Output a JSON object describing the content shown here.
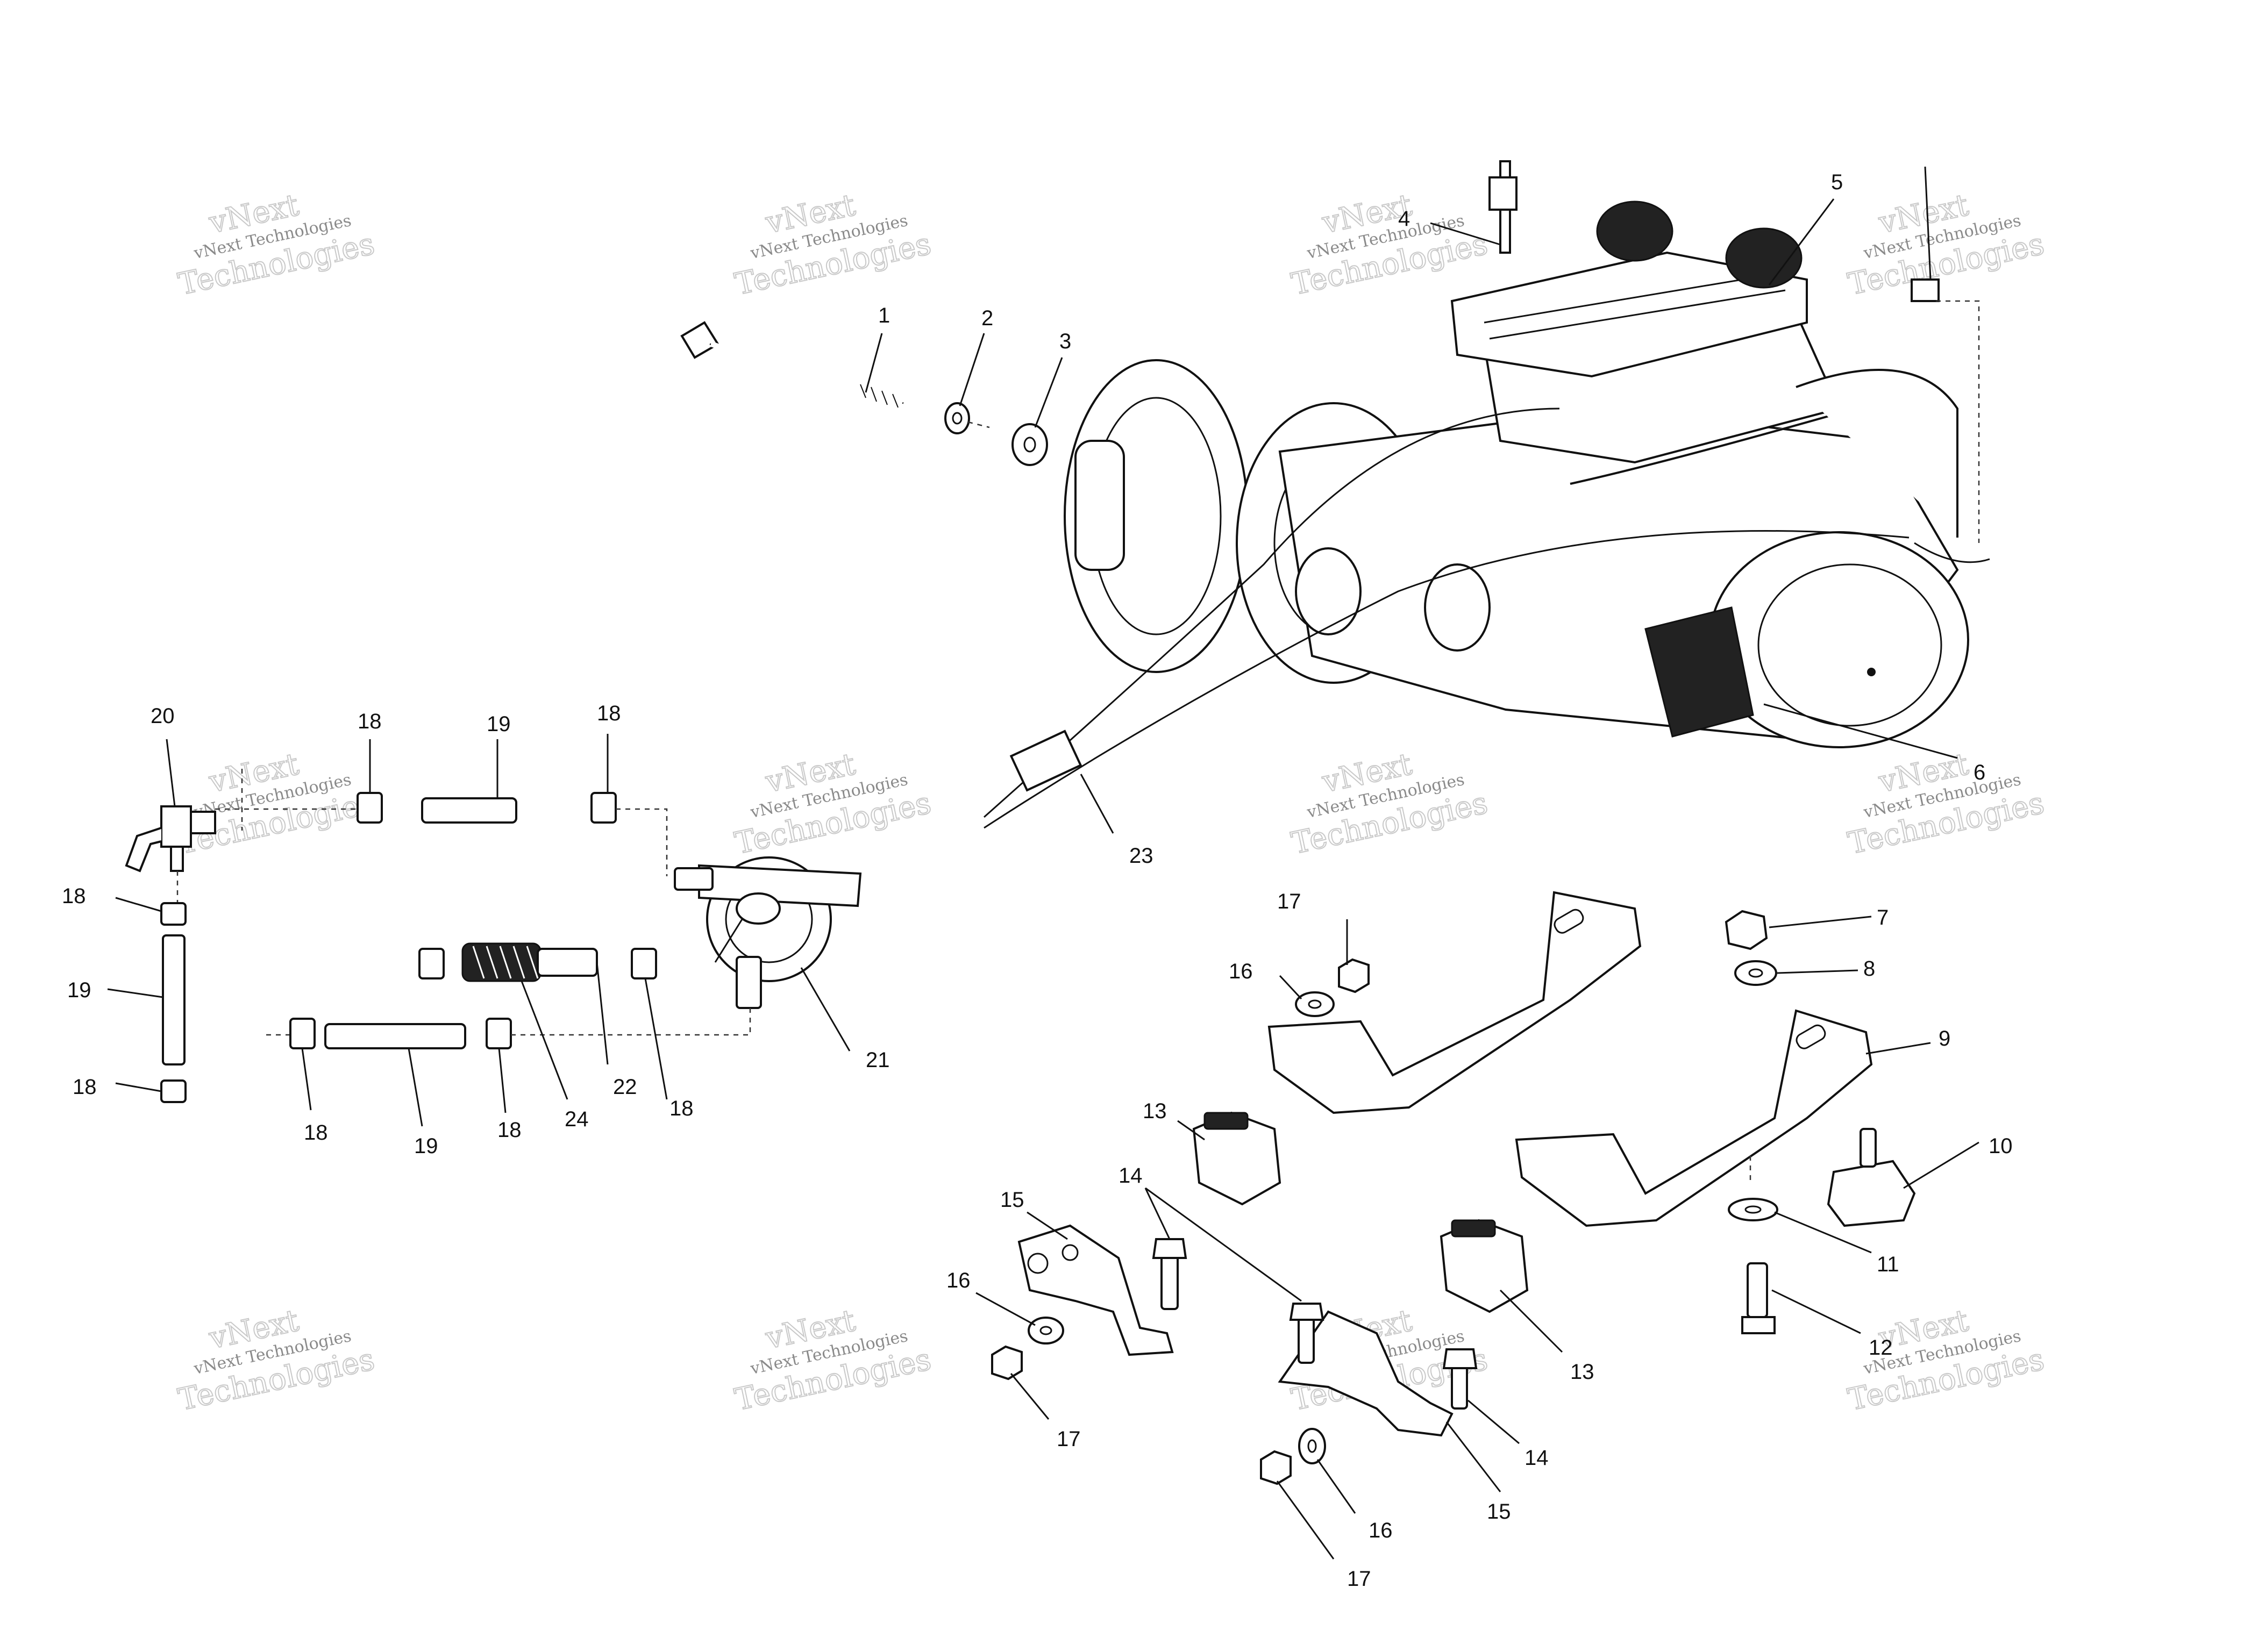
{
  "watermark": {
    "line1": "vNext Technologies",
    "line2": "vNext",
    "line3": "Technologies"
  },
  "callouts": [
    "1",
    "2",
    "3",
    "4",
    "5",
    "6",
    "7",
    "8",
    "9",
    "10",
    "11",
    "12",
    "13",
    "14",
    "15",
    "16",
    "17",
    "18",
    "19",
    "20",
    "21",
    "22",
    "23",
    "24"
  ]
}
